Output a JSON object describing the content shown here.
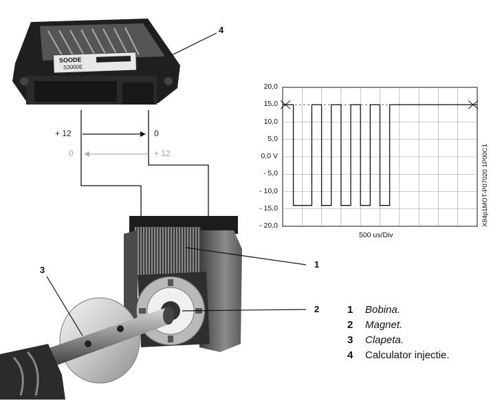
{
  "signals": {
    "top_left": "+ 12",
    "top_right": "0",
    "bottom_left": "0",
    "bottom_right": "+ 12"
  },
  "callouts": [
    "1",
    "2",
    "3",
    "4"
  ],
  "legend": [
    {
      "num": "1",
      "text": "Bobina.",
      "italic": true
    },
    {
      "num": "2",
      "text": "Magnet.",
      "italic": true
    },
    {
      "num": "3",
      "text": "Clapeta.",
      "italic": true
    },
    {
      "num": "4",
      "text": "Calculator injectie.",
      "italic": false
    }
  ],
  "ecu_label": {
    "brand": "SOODE",
    "code": "S3000E"
  },
  "scope": {
    "y_ticks": [
      "20,0",
      "15,0",
      "10,0",
      "5,0",
      "0,0 V",
      "- 5,0",
      "- 10,0",
      "- 15,0",
      "- 20,0"
    ],
    "x_label": "500 us/Div",
    "side_code": "X84p1MOT-P07020 1P00C1"
  },
  "chart_data": {
    "type": "line",
    "xlabel": "500 us/Div",
    "ylabel": "",
    "ylim": [
      -20,
      20
    ],
    "y_ticks": [
      20,
      15,
      10,
      5,
      0,
      -5,
      -10,
      -15,
      -20
    ],
    "x_divisions": 10,
    "series": [
      {
        "x": [
          0,
          0.55,
          0.55,
          1.5,
          1.5,
          2.0,
          2.0,
          2.5,
          2.5,
          3.0,
          3.0,
          3.5,
          3.5,
          4.0,
          4.0,
          4.5,
          4.5,
          5.0,
          5.0,
          5.5,
          5.5,
          10
        ],
        "y": [
          15,
          15,
          -14,
          -14,
          15,
          15,
          -14,
          -14,
          15,
          15,
          -14,
          -14,
          15,
          15,
          -14,
          -14,
          15,
          15,
          -14,
          -14,
          15,
          15
        ]
      }
    ]
  }
}
